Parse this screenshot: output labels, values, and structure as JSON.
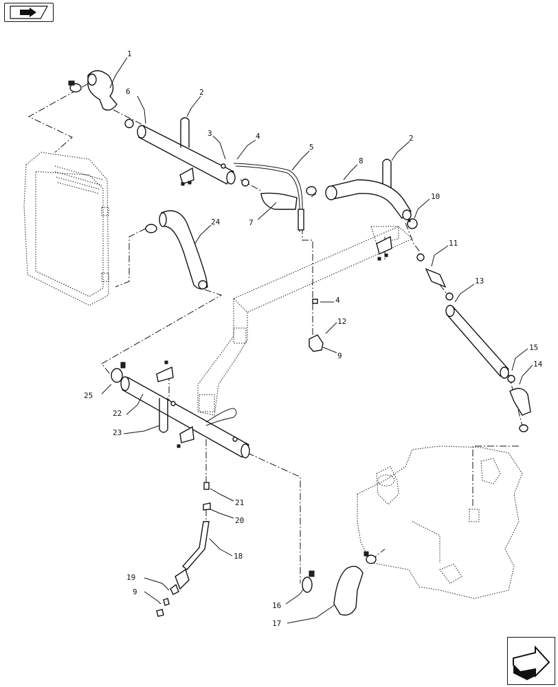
{
  "navigation": {
    "back_icon": "arrow-back-icon",
    "next_icon": "arrow-forward-icon"
  },
  "callouts": [
    {
      "id": "c1",
      "label": "1"
    },
    {
      "id": "c2a",
      "label": "2"
    },
    {
      "id": "c3",
      "label": "3"
    },
    {
      "id": "c4a",
      "label": "4"
    },
    {
      "id": "c5",
      "label": "5"
    },
    {
      "id": "c6",
      "label": "6"
    },
    {
      "id": "c7",
      "label": "7"
    },
    {
      "id": "c8",
      "label": "8"
    },
    {
      "id": "c2b",
      "label": "2"
    },
    {
      "id": "c10",
      "label": "10"
    },
    {
      "id": "c11",
      "label": "11"
    },
    {
      "id": "c13",
      "label": "13"
    },
    {
      "id": "c24",
      "label": "24"
    },
    {
      "id": "c4b",
      "label": "4"
    },
    {
      "id": "c12",
      "label": "12"
    },
    {
      "id": "c9a",
      "label": "9"
    },
    {
      "id": "c15",
      "label": "15"
    },
    {
      "id": "c14",
      "label": "14"
    },
    {
      "id": "c25",
      "label": "25"
    },
    {
      "id": "c22",
      "label": "22"
    },
    {
      "id": "c23",
      "label": "23"
    },
    {
      "id": "c21",
      "label": "21"
    },
    {
      "id": "c20",
      "label": "20"
    },
    {
      "id": "c18",
      "label": "18"
    },
    {
      "id": "c19",
      "label": "19"
    },
    {
      "id": "c9b",
      "label": "9"
    },
    {
      "id": "c16",
      "label": "16"
    },
    {
      "id": "c17",
      "label": "17"
    }
  ]
}
